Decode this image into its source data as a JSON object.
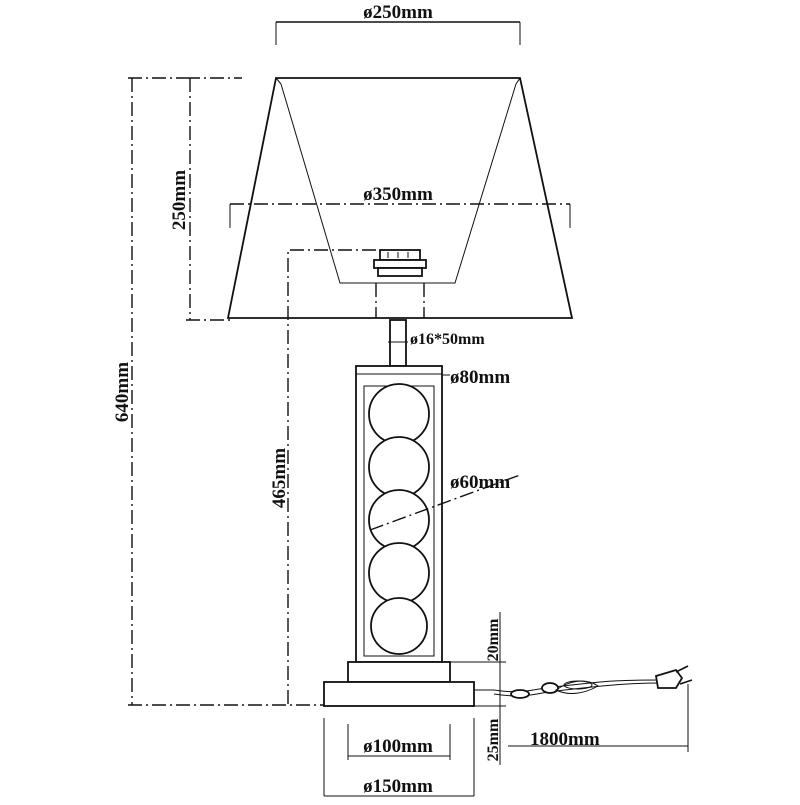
{
  "dimensions": {
    "top_diameter": "ø250mm",
    "bottom_diameter_shade": "ø350mm",
    "shade_height": "250mm",
    "total_height": "640mm",
    "base_height": "465mm",
    "rod": "ø16*50mm",
    "column_width": "ø80mm",
    "ball_diameter": "ø60mm",
    "plinth_height": "20mm",
    "base_thickness": "25mm",
    "cord_length": "1800mm",
    "plinth_diameter": "ø100mm",
    "base_diameter": "ø150mm"
  }
}
